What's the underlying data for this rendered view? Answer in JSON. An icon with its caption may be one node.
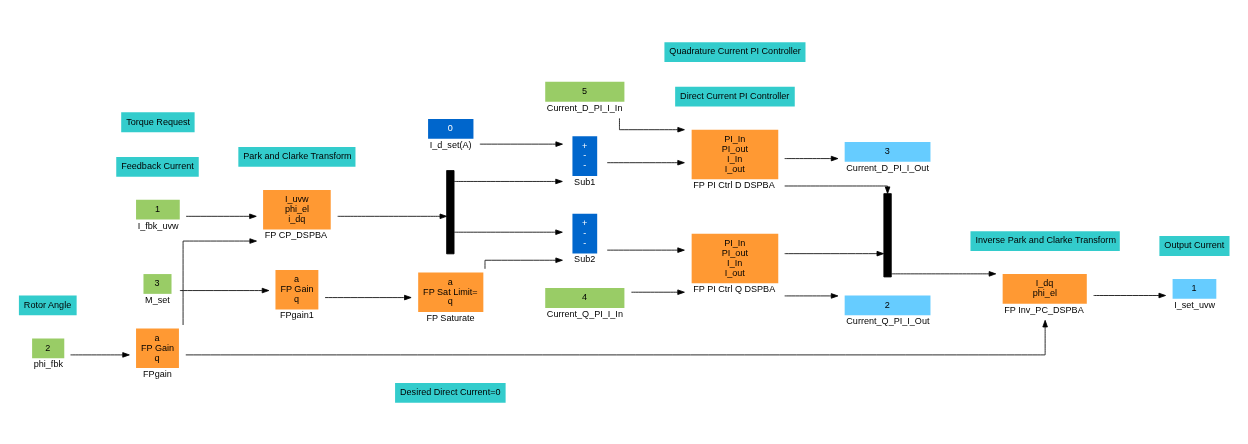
{
  "diagram": {
    "nodes": [
      {
        "text": [
          "Desired Direct Current=0"
        ]
      },
      {
        "text": [
          "0"
        ],
        "beside": [
          "I_d_set(A)"
        ]
      },
      {
        "text": [
          "+",
          "-",
          "-"
        ],
        "beside": [
          "Sub1"
        ]
      },
      {
        "text": [
          "PI_In",
          "PI_out",
          "I_In",
          "I_out"
        ],
        "beside": [
          "FP PI Ctrl D DSPBA"
        ]
      },
      {
        "text": [
          "5"
        ],
        "beside": [
          "Current_D_PI_I_In"
        ]
      },
      {
        "text": [
          "3"
        ],
        "beside": [
          "Current_D_PI_I_Out"
        ]
      },
      {
        "text": [
          "Direct Current PI Controller"
        ]
      },
      {
        "text": [
          "Feedback Current"
        ]
      },
      {
        "text": [
          "1"
        ],
        "beside": [
          "I_fbk_uvw"
        ]
      },
      {
        "text": [
          "Park and Clarke Transform"
        ]
      },
      {
        "text": [
          "I_uvw",
          "phi_el",
          "i_dq"
        ],
        "beside": [
          "FP CP_DSPBA"
        ]
      },
      {
        "text": [],
        "shape": "bar"
      },
      {
        "text": [],
        "shape": "bar"
      },
      {
        "text": [
          "I_dq",
          "phi_el"
        ],
        "beside": [
          "FP Inv_PC_DSPBA"
        ]
      },
      {
        "text": [
          "Output Current"
        ]
      },
      {
        "text": [
          "1"
        ],
        "beside": [
          "I_set_uvw"
        ]
      },
      {
        "text": [
          "Rotor Angle"
        ]
      },
      {
        "text": [
          "2"
        ],
        "beside": [
          "phi_fbk"
        ]
      },
      {
        "text": [
          "a",
          "FP Gain",
          "q"
        ],
        "beside": [
          "FPgain"
        ]
      },
      {
        "text": [
          "a",
          "FP Gain",
          "q"
        ],
        "beside": [
          "FPgain1"
        ]
      },
      {
        "text": [
          "a",
          "FP Sat Limit=",
          "q"
        ],
        "beside": [
          "FP Saturate"
        ]
      },
      {
        "text": [
          "Quadrature Current PI Controller"
        ]
      },
      {
        "text": [
          "+",
          "-",
          "-"
        ],
        "beside": [
          "Sub2"
        ]
      },
      {
        "text": [
          "PI_In",
          "PI_out",
          "I_In",
          "I_out"
        ],
        "beside": [
          "FP PI Ctrl Q DSPBA"
        ]
      },
      {
        "text": [
          "4"
        ],
        "beside": [
          "Current_Q_PI_I_In"
        ]
      },
      {
        "text": [
          "2"
        ],
        "beside": [
          "Current_Q_PI_I_Out"
        ]
      },
      {
        "text": [
          "Inverse Park and Clarke Transform"
        ]
      },
      {
        "text": [
          "3"
        ],
        "beside": [
          "M_set"
        ]
      },
      {
        "text": [
          "Torque Request"
        ]
      }
    ],
    "edges": [
      {
        "from": 8,
        "to": 10,
        "arrow": "to"
      },
      {
        "from": 17,
        "to": 18,
        "arrow": "to"
      },
      {
        "from": 18,
        "to": 10,
        "arrow": "to"
      },
      {
        "from": 18,
        "to": 13,
        "arrow": "to"
      },
      {
        "from": 10,
        "to": 11,
        "arrow": "to"
      },
      {
        "from": 1,
        "to": 2,
        "arrow": "to"
      },
      {
        "from": 11,
        "to": 2,
        "arrow": "to"
      },
      {
        "from": 11,
        "to": 22,
        "arrow": "to"
      },
      {
        "from": 2,
        "to": 3,
        "arrow": "to"
      },
      {
        "from": 4,
        "to": 3,
        "arrow": "to"
      },
      {
        "from": 3,
        "to": 12,
        "arrow": "to"
      },
      {
        "from": 3,
        "to": 5,
        "arrow": "to"
      },
      {
        "from": 27,
        "to": 19,
        "arrow": "to"
      },
      {
        "from": 19,
        "to": 20,
        "arrow": "to"
      },
      {
        "from": 20,
        "to": 22,
        "arrow": "to"
      },
      {
        "from": 22,
        "to": 23,
        "arrow": "to"
      },
      {
        "from": 24,
        "to": 23,
        "arrow": "to"
      },
      {
        "from": 23,
        "to": 12,
        "arrow": "to"
      },
      {
        "from": 23,
        "to": 25,
        "arrow": "to"
      },
      {
        "from": 12,
        "to": 13,
        "arrow": "to"
      },
      {
        "from": 13,
        "to": 15,
        "arrow": "to"
      }
    ]
  }
}
